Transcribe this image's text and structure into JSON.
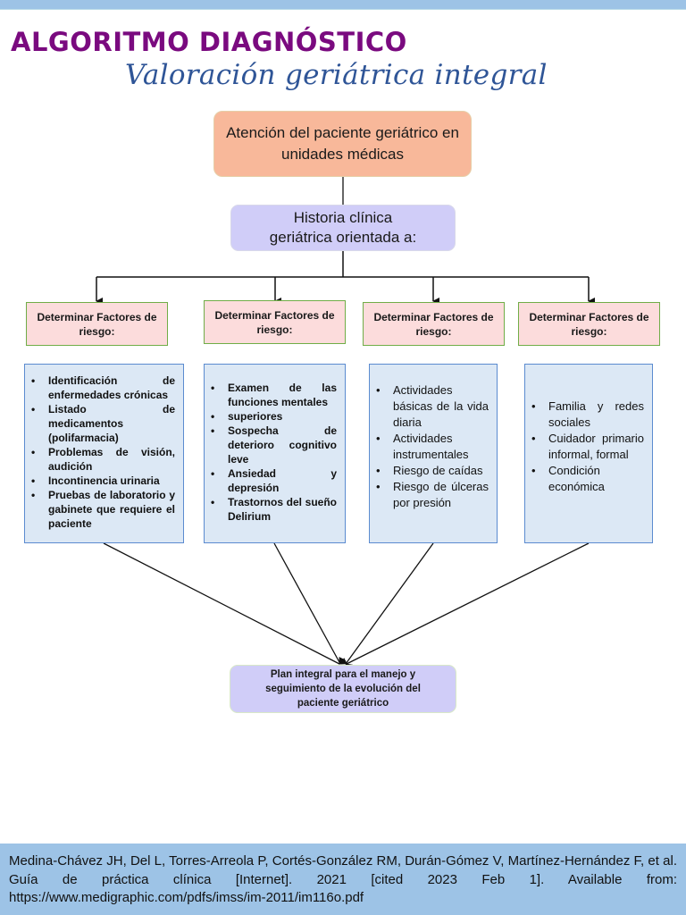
{
  "header": {
    "title": "ALGORITMO DIAGNÓSTICO",
    "subtitle": "Valoración geriátrica integral"
  },
  "flowchart": {
    "start_node": "Atención del paciente geriátrico en unidades médicas",
    "history_node": "Historia clínica geriátrica orientada a:",
    "factor_label": "Determinar Factores de riesgo:",
    "columns": [
      {
        "factor": "Determinar Factores de riesgo:",
        "items": [
          "Identificación de enfermedades crónicas",
          "Listado de medicamentos (polifarmacia)",
          "Problemas de visión, audición",
          "Incontinencia urinaria",
          "Pruebas de laboratorio y gabinete que requiere el paciente"
        ]
      },
      {
        "factor": "Determinar Factores de riesgo:",
        "items": [
          "Examen de las funciones mentales",
          "superiores",
          "Sospecha de deterioro cognitivo leve",
          "Ansiedad y depresión",
          "Trastornos del sueño Delirium"
        ]
      },
      {
        "factor": "Determinar Factores de riesgo:",
        "items": [
          "Actividades básicas de la vida diaria",
          "Actividades instrumentales",
          "Riesgo de caídas",
          "Riesgo de úlceras por presión"
        ]
      },
      {
        "factor": "Determinar Factores de riesgo:",
        "items": [
          "Familia y redes sociales",
          "Cuidador primario informal, formal",
          "Condición económica"
        ]
      }
    ],
    "end_node": "Plan integral para el manejo y seguimiento de la evolución del paciente geriátrico"
  },
  "reference": "Medina-Chávez JH, Del L, Torres-Arreola P, Cortés-González RM, Durán-Gómez V, Martínez-Hernández F, et al. Guía de práctica clínica [Internet]. 2021 [cited 2023 Feb 1]. Available from: https://www.medigraphic.com/pdfs/imss/im-2011/im116o.pdf",
  "colors": {
    "title": "#7a0a7f",
    "subtitle": "#2f5597",
    "start_node": "#f8b89a",
    "history_node": "#d0cdf8",
    "factor_box": "#fcdcdc",
    "factor_border": "#70ad47",
    "detail_box": "#dce8f5",
    "detail_border": "#5b8bd0",
    "band": "#9dc3e6"
  }
}
